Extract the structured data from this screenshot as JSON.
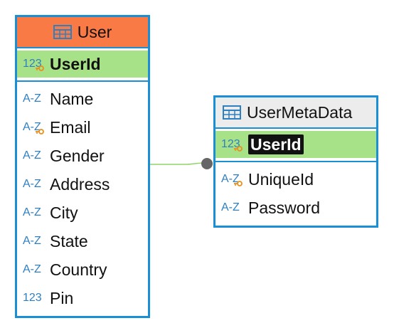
{
  "entities": {
    "user": {
      "title": "User",
      "header_color": "#fa7a45",
      "primary_key": {
        "label": "UserId",
        "type_icon": "123",
        "is_key": true
      },
      "columns": [
        {
          "label": "Name",
          "type_icon": "A-Z",
          "is_key": false
        },
        {
          "label": "Email",
          "type_icon": "A-Z",
          "is_key": true
        },
        {
          "label": "Gender",
          "type_icon": "A-Z",
          "is_key": false
        },
        {
          "label": "Address",
          "type_icon": "A-Z",
          "is_key": false
        },
        {
          "label": "City",
          "type_icon": "A-Z",
          "is_key": false
        },
        {
          "label": "State",
          "type_icon": "A-Z",
          "is_key": false
        },
        {
          "label": "Country",
          "type_icon": "A-Z",
          "is_key": false
        },
        {
          "label": "Pin",
          "type_icon": "123",
          "is_key": false
        }
      ]
    },
    "usermetadata": {
      "title": "UserMetaData",
      "header_color": "#ececec",
      "primary_key": {
        "label": "UserId",
        "type_icon": "123",
        "is_key": true
      },
      "columns": [
        {
          "label": "UniqueId",
          "type_icon": "A-Z",
          "is_key": true
        },
        {
          "label": "Password",
          "type_icon": "A-Z",
          "is_key": false
        }
      ]
    }
  },
  "colors": {
    "border": "#1a8fd6",
    "pk_highlight": "#a8e288",
    "type_icon": "#2f7fc1",
    "key_badge": "#e8901a",
    "relation_line": "#8fd66a",
    "relation_endpoint": "#666666"
  },
  "icons": {
    "table": "table-icon",
    "key": "key-icon"
  },
  "relationship": {
    "from": "user",
    "to": "usermetadata"
  }
}
